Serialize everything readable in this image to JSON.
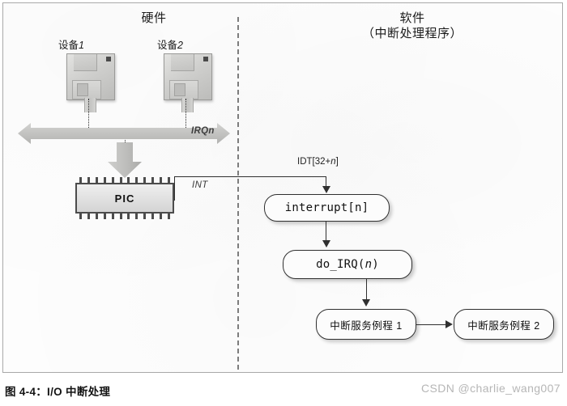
{
  "figure": {
    "caption": "图 4-4：I/O 中断处理",
    "watermark": "CSDN @charlie_wang007"
  },
  "sections": {
    "hardware": {
      "title": "硬件"
    },
    "software": {
      "title": "软件\n（中断处理程序）"
    }
  },
  "hardware": {
    "devices": [
      {
        "label_text": "设备",
        "label_index": "1",
        "icon": "floppy-disk-icon"
      },
      {
        "label_text": "设备",
        "label_index": "2",
        "icon": "floppy-disk-icon"
      }
    ],
    "bus_label": "IRQn",
    "pic_label": "PIC",
    "int_label": "INT"
  },
  "software": {
    "idt_label_prefix": "IDT[32+",
    "idt_label_var": "n",
    "idt_label_suffix": "]",
    "boxes": [
      {
        "name": "interrupt",
        "text": "interrupt[n]",
        "style": "mono"
      },
      {
        "name": "do_irq",
        "prefix": "do_IRQ(",
        "var": "n",
        "suffix": ")",
        "style": "mono"
      },
      {
        "name": "isr1",
        "text": "中断服务例程 1",
        "style": "cjk"
      },
      {
        "name": "isr2",
        "text": "中断服务例程 2",
        "style": "cjk"
      }
    ]
  },
  "colors": {
    "frame_border": "#a9a9a9",
    "divider": "#7d7d7d",
    "line": "#303030",
    "bus_gray": "#bdbdbb",
    "watermark": "#b6b6b6",
    "background": "#fdfdfd"
  }
}
